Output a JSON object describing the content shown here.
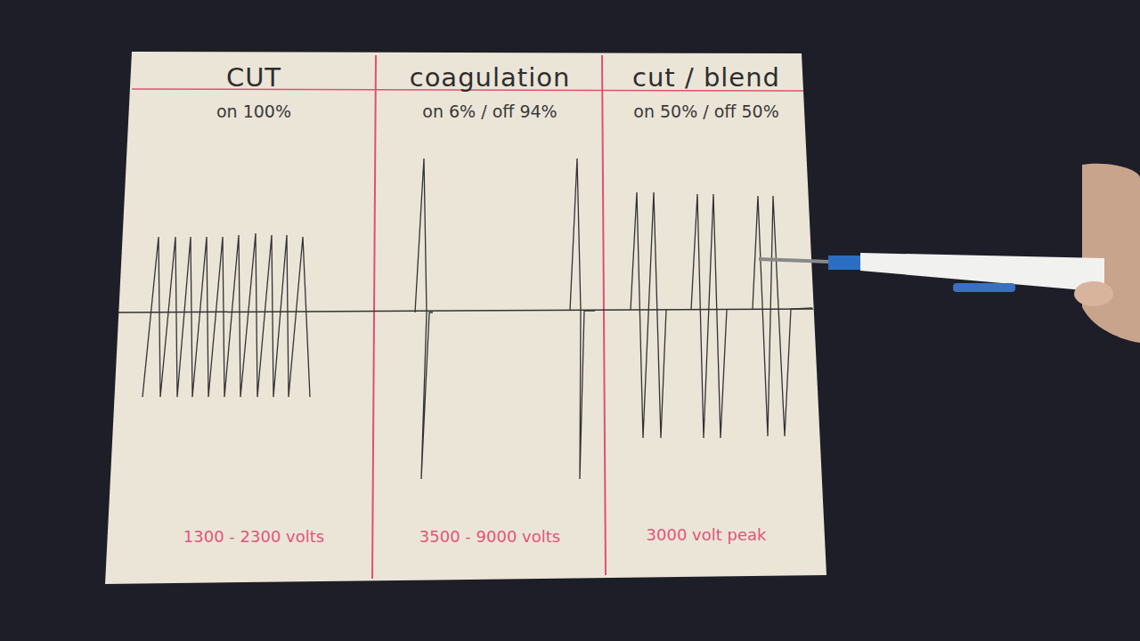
{
  "diagram": {
    "nodes": [
      {
        "text": [
          "CUT",
          "on 100%",
          "1300 - 2300 volts"
        ]
      },
      {
        "text": [
          "coagulation",
          "on 6% / off 94%",
          "3500 - 9000 volts"
        ]
      },
      {
        "text": [
          "cut / blend",
          "on 50% / off 50%",
          "3000 volt peak"
        ]
      }
    ]
  }
}
